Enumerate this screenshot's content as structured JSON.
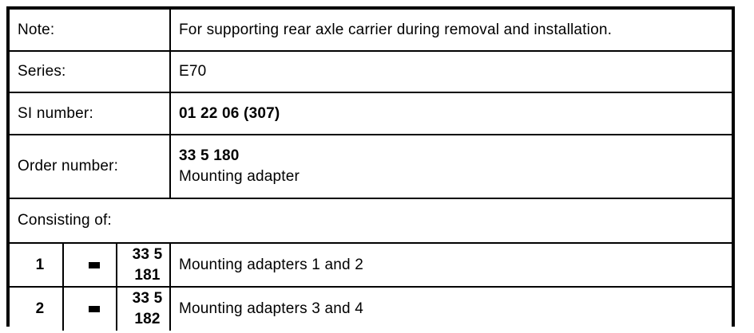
{
  "table": {
    "rows": {
      "note": {
        "label": "Note:",
        "value": "For supporting rear axle carrier during removal and installation."
      },
      "series": {
        "label": "Series:",
        "value": "E70"
      },
      "si_number": {
        "label": "SI number:",
        "value": "01 22 06 (307)"
      },
      "order_number": {
        "label": "Order number:",
        "value_line_1": "33 5 180",
        "value_line_2": "Mounting adapter"
      },
      "consisting_of": {
        "label": "Consisting of:"
      }
    },
    "items": [
      {
        "index": "1",
        "marker": "square-marker-icon",
        "part_number": "33 5 181",
        "description": "Mounting adapters 1 and 2"
      },
      {
        "index": "2",
        "marker": "square-marker-icon",
        "part_number": "33 5 182",
        "description": "Mounting adapters 3 and 4"
      }
    ]
  },
  "colors": {
    "border": "#000000",
    "text": "#000000",
    "background": "#ffffff"
  }
}
